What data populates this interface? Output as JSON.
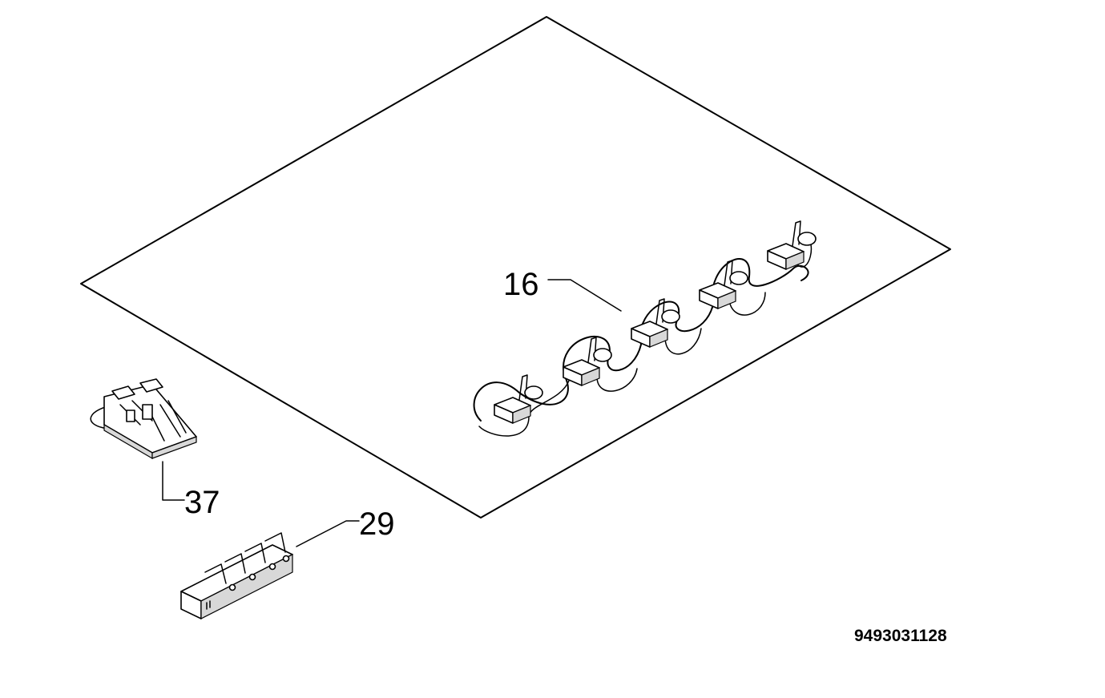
{
  "diagram": {
    "callouts": {
      "burner_ignition_harness": "16",
      "ignition_generator": "37",
      "terminal_block": "29"
    },
    "document_code": "9493031128"
  },
  "colors": {
    "ink": "#000000",
    "background": "#ffffff"
  }
}
